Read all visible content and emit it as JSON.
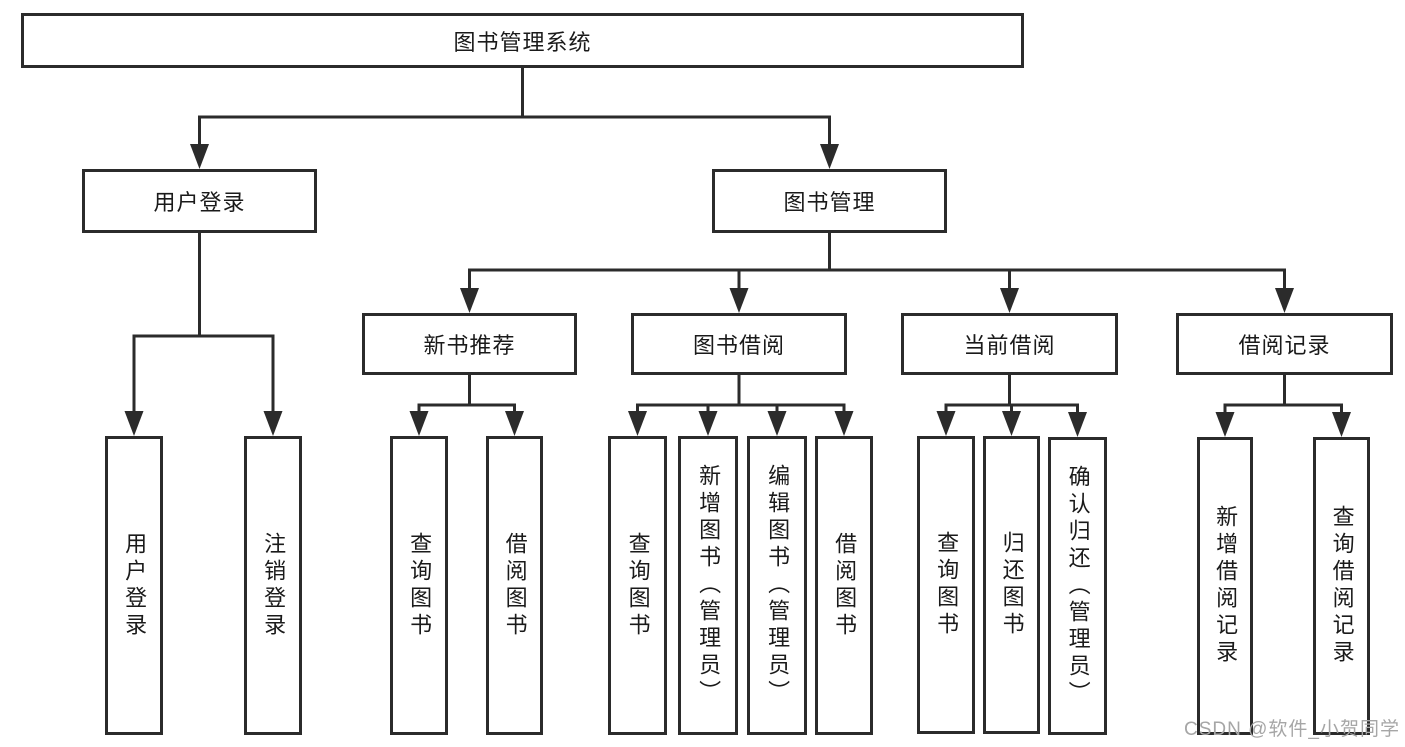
{
  "diagram": {
    "title": "图书管理系统",
    "nodes": [
      {
        "id": "root",
        "label": "图书管理系统",
        "level": 0,
        "parent": null,
        "orientation": "horizontal"
      },
      {
        "id": "user-login",
        "label": "用户登录",
        "level": 1,
        "parent": "root",
        "orientation": "horizontal"
      },
      {
        "id": "book-mgmt",
        "label": "图书管理",
        "level": 1,
        "parent": "root",
        "orientation": "horizontal"
      },
      {
        "id": "new-book-rec",
        "label": "新书推荐",
        "level": 2,
        "parent": "book-mgmt",
        "orientation": "horizontal"
      },
      {
        "id": "book-borrow",
        "label": "图书借阅",
        "level": 2,
        "parent": "book-mgmt",
        "orientation": "horizontal"
      },
      {
        "id": "current-borrow",
        "label": "当前借阅",
        "level": 2,
        "parent": "book-mgmt",
        "orientation": "horizontal"
      },
      {
        "id": "borrow-records",
        "label": "借阅记录",
        "level": 2,
        "parent": "book-mgmt",
        "orientation": "horizontal"
      },
      {
        "id": "leaf-user-login",
        "label": "用户登录",
        "level": 3,
        "parent": "user-login",
        "orientation": "vertical"
      },
      {
        "id": "leaf-logout",
        "label": "注销登录",
        "level": 3,
        "parent": "user-login",
        "orientation": "vertical"
      },
      {
        "id": "leaf-query-books-1",
        "label": "查询图书",
        "level": 3,
        "parent": "new-book-rec",
        "orientation": "vertical"
      },
      {
        "id": "leaf-borrow-books-1",
        "label": "借阅图书",
        "level": 3,
        "parent": "new-book-rec",
        "orientation": "vertical"
      },
      {
        "id": "leaf-query-books-2",
        "label": "查询图书",
        "level": 3,
        "parent": "book-borrow",
        "orientation": "vertical"
      },
      {
        "id": "leaf-add-book",
        "label": "新增图书（管理员）",
        "level": 3,
        "parent": "book-borrow",
        "orientation": "vertical"
      },
      {
        "id": "leaf-edit-book",
        "label": "编辑图书（管理员）",
        "level": 3,
        "parent": "book-borrow",
        "orientation": "vertical"
      },
      {
        "id": "leaf-borrow-books-2",
        "label": "借阅图书",
        "level": 3,
        "parent": "book-borrow",
        "orientation": "vertical"
      },
      {
        "id": "leaf-query-books-3",
        "label": "查询图书",
        "level": 3,
        "parent": "current-borrow",
        "orientation": "vertical"
      },
      {
        "id": "leaf-return-book",
        "label": "归还图书",
        "level": 3,
        "parent": "current-borrow",
        "orientation": "vertical"
      },
      {
        "id": "leaf-confirm-return",
        "label": "确认归还（管理员）",
        "level": 3,
        "parent": "current-borrow",
        "orientation": "vertical"
      },
      {
        "id": "leaf-add-borrow-record",
        "label": "新增借阅记录",
        "level": 3,
        "parent": "borrow-records",
        "orientation": "vertical"
      },
      {
        "id": "leaf-query-borrow-record",
        "label": "查询借阅记录",
        "level": 3,
        "parent": "borrow-records",
        "orientation": "vertical"
      }
    ],
    "watermark": {
      "text": "CSDN @软件_小贺同学",
      "color": "#a6a6a6"
    },
    "colors": {
      "line": "#2b2b2b",
      "text": "#1a1a1a",
      "background": "#ffffff",
      "box_fill": "#ffffff"
    }
  }
}
